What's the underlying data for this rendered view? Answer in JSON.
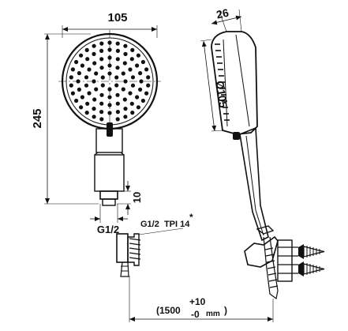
{
  "dimensions": {
    "head_width": "105",
    "head_depth": "26",
    "head_diameter": "Ø105",
    "total_length": "245",
    "bottom_offset": "10",
    "thread_bottom": "G1/2",
    "thread_top": "G1/2  TPI 14",
    "thread_asterisk": "*"
  },
  "hose": {
    "length_prefix": "(1500",
    "tol_plus": "+10",
    "tol_minus": "-0",
    "unit": "mm",
    "close": ")"
  },
  "colors": {
    "line": "#111111",
    "background": "#ffffff"
  }
}
